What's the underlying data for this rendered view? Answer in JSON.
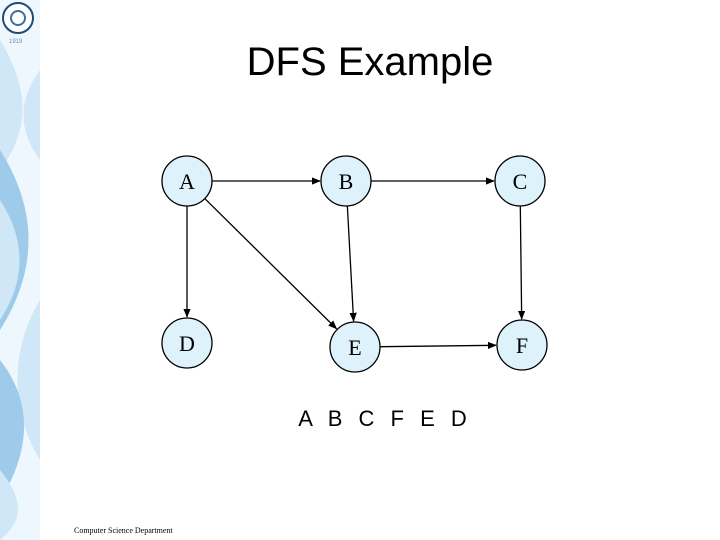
{
  "slide": {
    "title": "DFS Example",
    "traversal_order": "A B C F E D",
    "footer": "Computer Science Department",
    "logo_subtext": "1919"
  },
  "colors": {
    "node_fill": "#ddf2fb",
    "band_light": "#cfe7f7",
    "band_mid": "#9fcbea",
    "text": "#000000"
  },
  "graph": {
    "nodes": [
      {
        "id": "A",
        "label": "A"
      },
      {
        "id": "B",
        "label": "B"
      },
      {
        "id": "C",
        "label": "C"
      },
      {
        "id": "D",
        "label": "D"
      },
      {
        "id": "E",
        "label": "E"
      },
      {
        "id": "F",
        "label": "F"
      }
    ],
    "edges": [
      {
        "from": "A",
        "to": "B"
      },
      {
        "from": "B",
        "to": "C"
      },
      {
        "from": "A",
        "to": "D"
      },
      {
        "from": "A",
        "to": "E"
      },
      {
        "from": "B",
        "to": "E"
      },
      {
        "from": "C",
        "to": "F"
      },
      {
        "from": "E",
        "to": "F"
      }
    ]
  }
}
